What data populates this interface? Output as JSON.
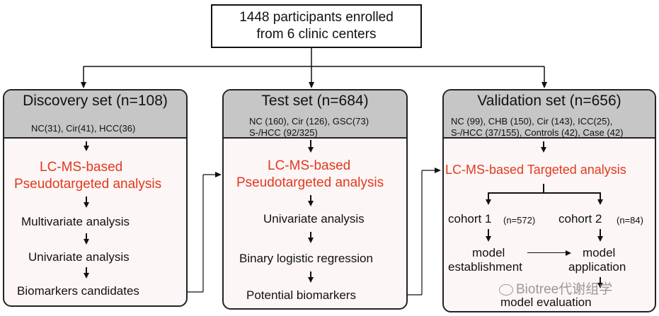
{
  "top": {
    "line1": "1448 participants enrolled",
    "line2": "from 6 clinic centers"
  },
  "discovery": {
    "title": "Discovery set (n=108)",
    "subtitle": "NC(31), Cir(41), HCC(36)",
    "steps": [
      "LC-MS-based",
      "Pseudotargeted analysis",
      "Multivariate analysis",
      "Univariate analysis",
      "Biomarkers candidates"
    ]
  },
  "test": {
    "title": "Test set (n=684)",
    "subtitle_line1": "NC (160), Cir (126), GSC(73)",
    "subtitle_line2": "S-/HCC (92/325)",
    "steps": [
      "LC-MS-based",
      "Pseudotargeted analysis",
      "Univariate analysis",
      "Binary logistic regression",
      "Potential biomarkers"
    ]
  },
  "validation": {
    "title": "Validation set (n=656)",
    "subtitle_line1": "NC (99), CHB (150), Cir (143), ICC(25),",
    "subtitle_line2": "S-/HCC (37/155), Controls (42), Case (42)",
    "method": "LC-MS-based Targeted analysis",
    "cohort1_label": "cohort 1",
    "cohort1_n": "(n=572)",
    "cohort2_label": "cohort 2",
    "cohort2_n": "(n=84)",
    "model1_line1": "model",
    "model1_line2": "establishment",
    "model2_line1": "model",
    "model2_line2": "application",
    "model3": "model evaluation"
  },
  "watermark": "Biotree代谢组学"
}
